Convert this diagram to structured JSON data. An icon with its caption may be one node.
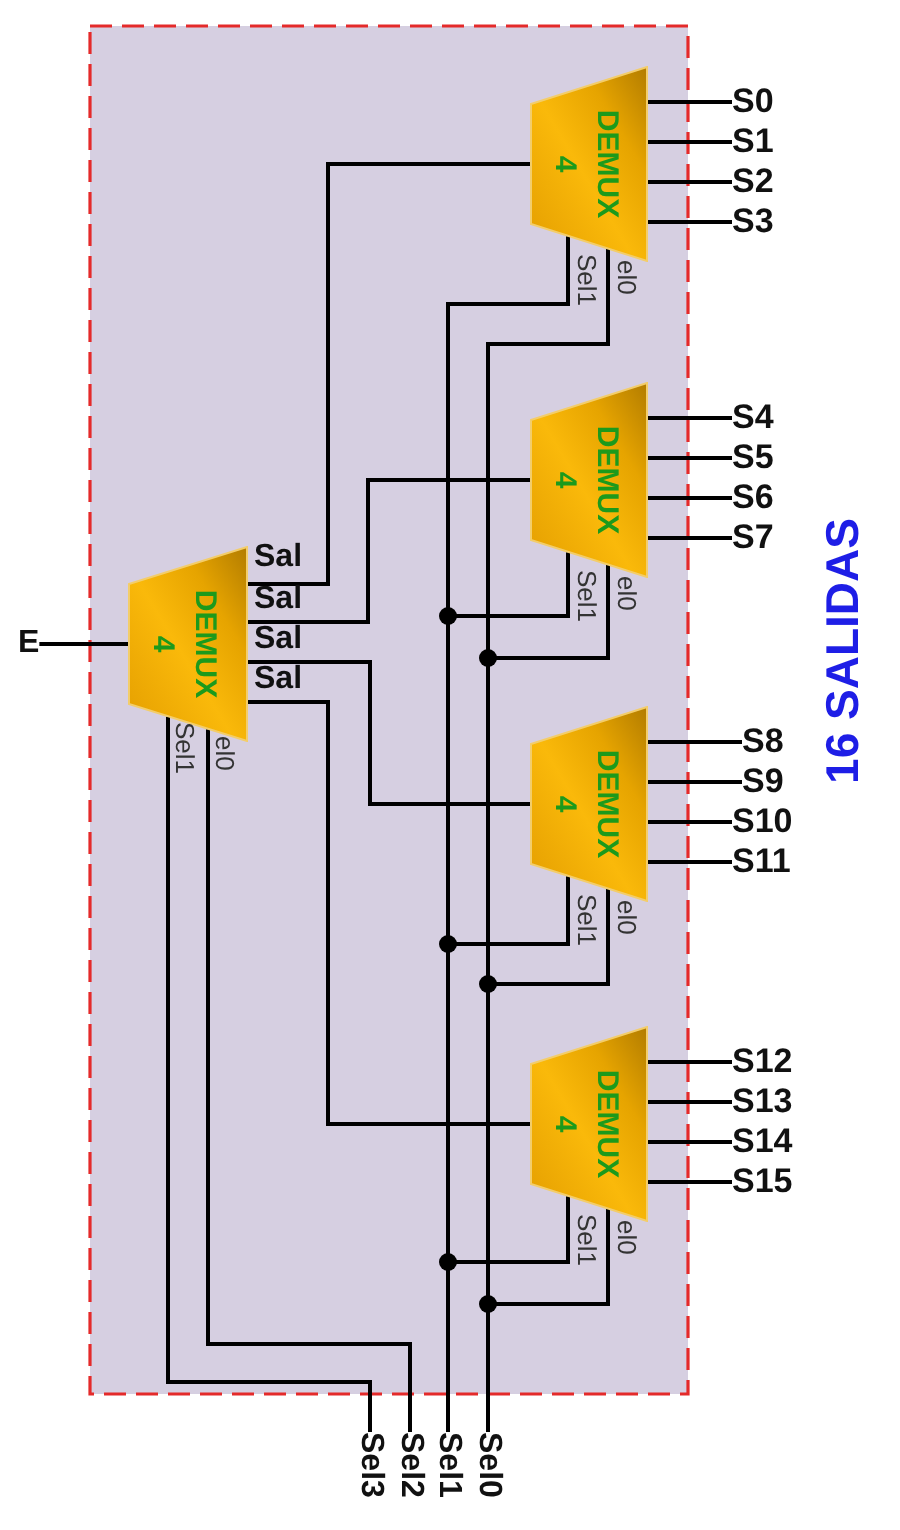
{
  "diagram": {
    "nodes": [
      {
        "text": [],
        "shape": "box"
      },
      {
        "text": [
          "E"
        ]
      },
      {
        "text": [
          "DEMUX",
          "4"
        ],
        "in": 0
      },
      {
        "text": [
          "DEMUX",
          "4"
        ],
        "in": 0
      },
      {
        "text": [
          "DEMUX",
          "4"
        ],
        "in": 0
      },
      {
        "text": [
          "DEMUX",
          "4"
        ],
        "in": 0
      },
      {
        "text": [
          "DEMUX",
          "4"
        ],
        "in": 0
      },
      {
        "text": [
          "S0"
        ]
      },
      {
        "text": [
          "S1"
        ]
      },
      {
        "text": [
          "S2"
        ]
      },
      {
        "text": [
          "S3"
        ]
      },
      {
        "text": [
          "S4"
        ]
      },
      {
        "text": [
          "S5"
        ]
      },
      {
        "text": [
          "S6"
        ]
      },
      {
        "text": [
          "S7"
        ]
      },
      {
        "text": [
          "S8"
        ]
      },
      {
        "text": [
          "S9"
        ]
      },
      {
        "text": [
          "S10"
        ]
      },
      {
        "text": [
          "S11"
        ]
      },
      {
        "text": [
          "S12"
        ]
      },
      {
        "text": [
          "S13"
        ]
      },
      {
        "text": [
          "S14"
        ]
      },
      {
        "text": [
          "S15"
        ]
      },
      {
        "text": [
          "Sel3"
        ]
      },
      {
        "text": [
          "Sel2"
        ]
      },
      {
        "text": [
          "Sel1"
        ]
      },
      {
        "text": [
          "Sel0"
        ]
      }
    ],
    "edges": [
      {
        "from": 1,
        "to": 2,
        "arrow": "none"
      },
      {
        "from": 2,
        "to": 3,
        "arrow": "none"
      },
      {
        "from": 2,
        "to": 4,
        "arrow": "none"
      },
      {
        "from": 2,
        "to": 5,
        "arrow": "none"
      },
      {
        "from": 2,
        "to": 6,
        "arrow": "none"
      },
      {
        "from": 3,
        "to": 7,
        "arrow": "none"
      },
      {
        "from": 3,
        "to": 8,
        "arrow": "none"
      },
      {
        "from": 3,
        "to": 9,
        "arrow": "none"
      },
      {
        "from": 3,
        "to": 10,
        "arrow": "none"
      },
      {
        "from": 4,
        "to": 11,
        "arrow": "none"
      },
      {
        "from": 4,
        "to": 12,
        "arrow": "none"
      },
      {
        "from": 4,
        "to": 13,
        "arrow": "none"
      },
      {
        "from": 4,
        "to": 14,
        "arrow": "none"
      },
      {
        "from": 5,
        "to": 15,
        "arrow": "none"
      },
      {
        "from": 5,
        "to": 16,
        "arrow": "none"
      },
      {
        "from": 5,
        "to": 17,
        "arrow": "none"
      },
      {
        "from": 5,
        "to": 18,
        "arrow": "none"
      },
      {
        "from": 6,
        "to": 19,
        "arrow": "none"
      },
      {
        "from": 6,
        "to": 20,
        "arrow": "none"
      },
      {
        "from": 6,
        "to": 21,
        "arrow": "none"
      },
      {
        "from": 6,
        "to": 22,
        "arrow": "none"
      },
      {
        "from": 23,
        "to": 2,
        "arrow": "none"
      },
      {
        "from": 24,
        "to": 2,
        "arrow": "none"
      },
      {
        "from": 25,
        "to": 3,
        "arrow": "none"
      },
      {
        "from": 25,
        "to": 4,
        "arrow": "none"
      },
      {
        "from": 25,
        "to": 5,
        "arrow": "none"
      },
      {
        "from": 25,
        "to": 6,
        "arrow": "none"
      },
      {
        "from": 26,
        "to": 3,
        "arrow": "none"
      },
      {
        "from": 26,
        "to": 4,
        "arrow": "none"
      },
      {
        "from": 26,
        "to": 5,
        "arrow": "none"
      },
      {
        "from": 26,
        "to": 6,
        "arrow": "none"
      }
    ],
    "labels": [
      "Sel1",
      "el0",
      "Sal",
      "Sal",
      "Sal",
      "Sal",
      "Sel1",
      "el0",
      "16 SALIDAS",
      "Sel1",
      "el0",
      "Sel1",
      "el0",
      "Sel1",
      "el0"
    ]
  }
}
